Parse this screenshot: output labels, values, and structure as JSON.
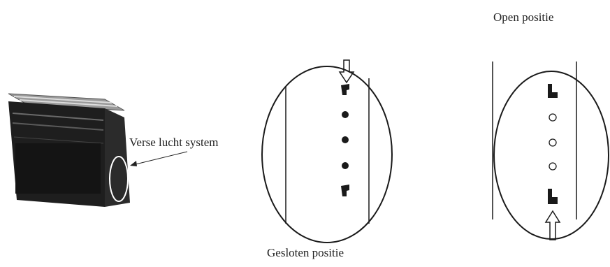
{
  "labels": {
    "fresh_air_system": "Verse lucht system",
    "closed_position": "Gesloten positie",
    "open_position": "Open positie"
  },
  "colors": {
    "ink": "#1a1a1a",
    "unit_body": "#1e1e1e",
    "unit_grille": "#9a9a9a",
    "background": "#ffffff"
  },
  "icons": {
    "closed_arrow": "hollow-arrow-down-icon",
    "open_arrow": "hollow-arrow-up-icon"
  }
}
